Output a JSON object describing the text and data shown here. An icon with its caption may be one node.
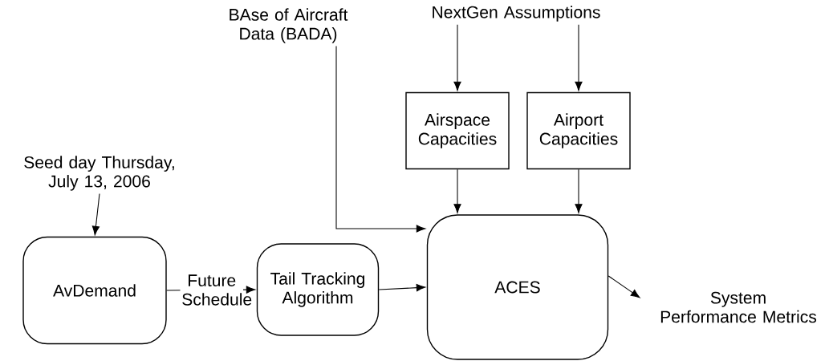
{
  "diagram": {
    "nodes": [
      {
        "text": [
          "Seed day Thursday, July 13, 2006"
        ]
      },
      {
        "text": [
          "AvDemand"
        ]
      },
      {
        "text": [
          "Tail Tracking Algorithm"
        ]
      },
      {
        "text": [
          "ACES"
        ]
      },
      {
        "text": [
          "BAse of Aircraft Data (BADA)"
        ]
      },
      {
        "text": [
          "NextGen Assumptions"
        ]
      },
      {
        "text": [
          "Airspace Capacities"
        ]
      },
      {
        "text": [
          "Airport Capacities"
        ]
      },
      {
        "text": [
          "System Performance Metrics"
        ]
      }
    ],
    "edges": [
      {
        "from": 0,
        "to": 1,
        "arrow": "to"
      },
      {
        "from": 1,
        "to": 2,
        "arrow": "to",
        "label": "Future Schedule"
      },
      {
        "from": 2,
        "to": 3,
        "arrow": "to"
      },
      {
        "from": 4,
        "to": 3,
        "arrow": "to"
      },
      {
        "from": 5,
        "to": 6,
        "arrow": "to"
      },
      {
        "from": 5,
        "to": 7,
        "arrow": "to"
      },
      {
        "from": 6,
        "to": 3,
        "arrow": "to"
      },
      {
        "from": 7,
        "to": 3,
        "arrow": "to"
      },
      {
        "from": 3,
        "to": 8,
        "arrow": "to"
      }
    ]
  }
}
